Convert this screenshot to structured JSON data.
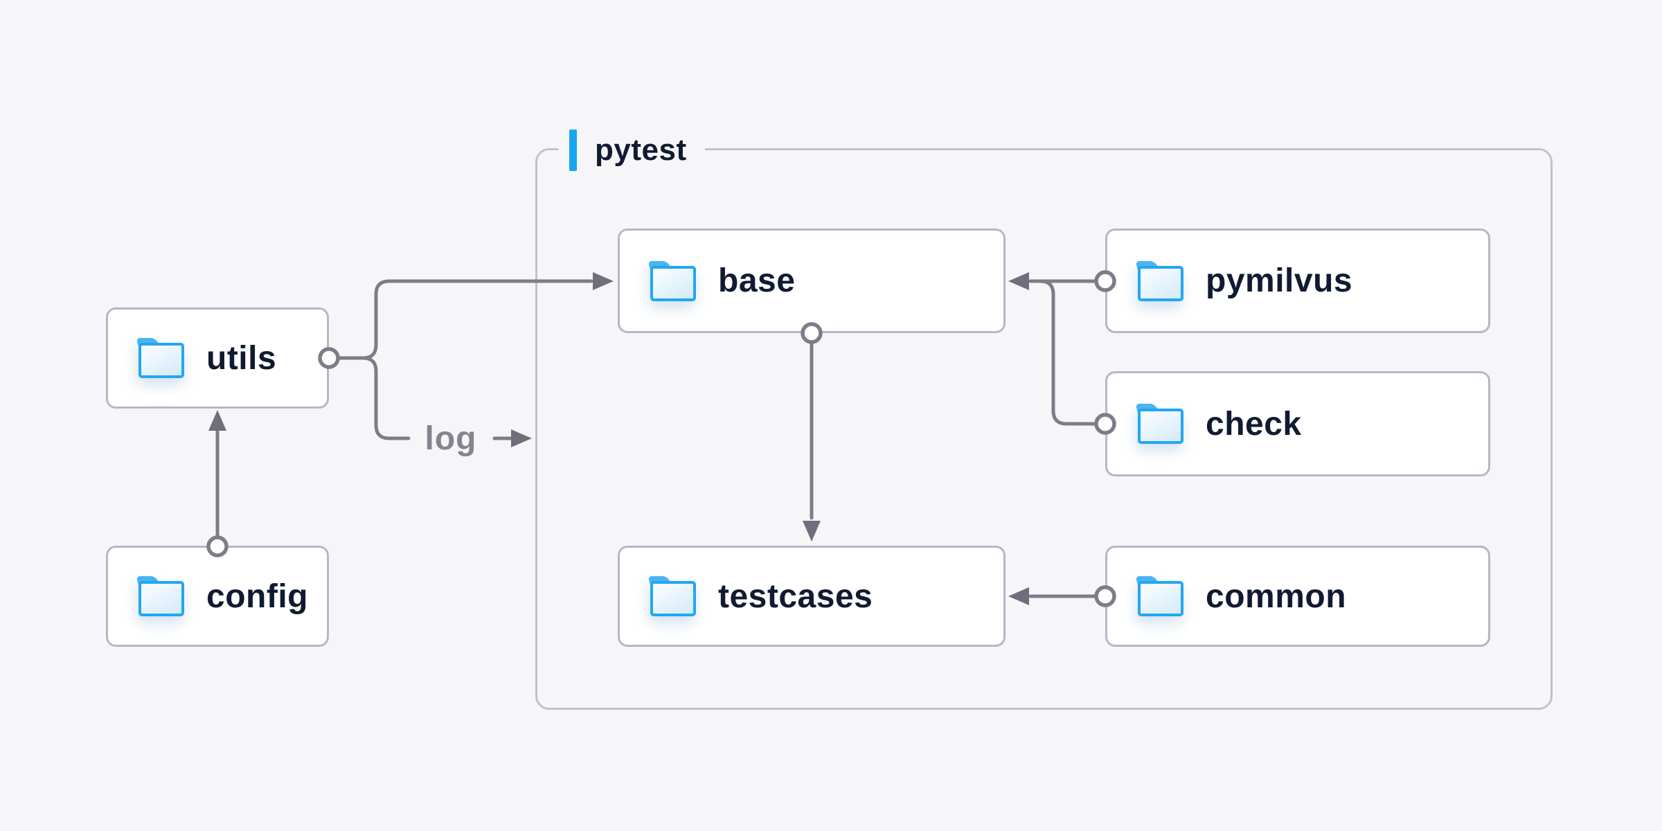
{
  "diagram": {
    "container": {
      "label": "pytest"
    },
    "nodes": [
      {
        "id": "utils",
        "label": "utils",
        "icon": "folder-icon"
      },
      {
        "id": "config",
        "label": "config",
        "icon": "folder-icon"
      },
      {
        "id": "base",
        "label": "base",
        "icon": "folder-icon"
      },
      {
        "id": "pymilvus",
        "label": "pymilvus",
        "icon": "folder-icon"
      },
      {
        "id": "check",
        "label": "check",
        "icon": "folder-icon"
      },
      {
        "id": "testcases",
        "label": "testcases",
        "icon": "folder-icon"
      },
      {
        "id": "common",
        "label": "common",
        "icon": "folder-icon"
      }
    ],
    "edges": {
      "log_label": "log",
      "relations": [
        "config -> utils",
        "utils -> base",
        "utils -> log",
        "pymilvus -> base",
        "check -> base",
        "base -> testcases",
        "common -> testcases"
      ]
    },
    "colors": {
      "background": "#f6f6f8",
      "node_fill": "#ffffff",
      "node_border": "#b6b7c3",
      "container_border": "#c0c1cd",
      "line": "#7d7d89",
      "arrow": "#6f6f7b",
      "label_text": "#101b31",
      "muted_text": "#84848f",
      "accent_blue": "#16a6f3",
      "folder_blue": "#22a7f0",
      "folder_tab": "#4ab4f1"
    }
  }
}
